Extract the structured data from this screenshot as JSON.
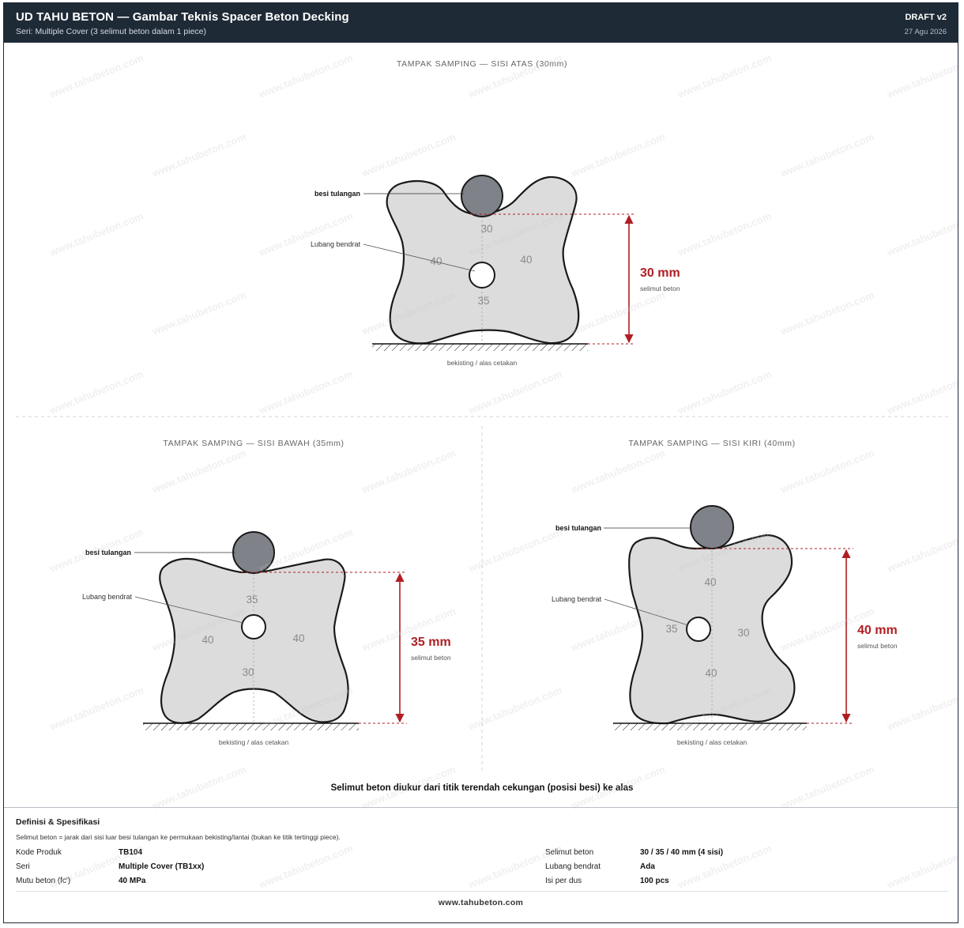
{
  "header": {
    "title": "UD TAHU BETON — Gambar Teknis Spacer Beton Decking",
    "subtitle": "Seri: Multiple Cover (3 selimut beton dalam 1 piece)",
    "draft": "DRAFT v2",
    "date": "27 Agu 2026"
  },
  "views": {
    "top": {
      "title": "TAMPAK SAMPING — SISI ATAS (30mm)",
      "rebar_label": "besi tulangan",
      "hole_label": "Lubang bendrat",
      "side_labels": [
        "30",
        "40",
        "40",
        "35"
      ],
      "dim_value": "30 mm",
      "dim_caption": "selimut beton",
      "ground_label": "bekisting / alas cetakan"
    },
    "bottom": {
      "title": "TAMPAK SAMPING — SISI BAWAH (35mm)",
      "rebar_label": "besi tulangan",
      "hole_label": "Lubang bendrat",
      "side_labels": [
        "35",
        "40",
        "40",
        "30"
      ],
      "dim_value": "35 mm",
      "dim_caption": "selimut beton",
      "ground_label": "bekisting / alas cetakan"
    },
    "left": {
      "title": "TAMPAK SAMPING — SISI KIRI (40mm)",
      "rebar_label": "besi tulangan",
      "hole_label": "Lubang bendrat",
      "side_labels": [
        "40",
        "35",
        "30",
        "40"
      ],
      "dim_value": "40 mm",
      "dim_caption": "selimut beton",
      "ground_label": "bekisting / alas cetakan"
    }
  },
  "note": "Selimut beton diukur dari titik terendah cekungan (posisi besi) ke alas",
  "footer": {
    "title": "Definisi & Spesifikasi",
    "definition": "Selimut beton = jarak dari sisi luar besi tulangan ke permukaan bekisting/lantai (bukan ke titik tertinggi piece).",
    "specs_left": [
      {
        "key": "Kode Produk",
        "value": "TB104"
      },
      {
        "key": "Seri",
        "value": "Multiple Cover (TB1xx)"
      },
      {
        "key": "Mutu beton (fc')",
        "value": "40 MPa"
      }
    ],
    "specs_right": [
      {
        "key": "Selimut beton",
        "value": "30 / 35 / 40 mm (4 sisi)"
      },
      {
        "key": "Lubang bendrat",
        "value": "Ada"
      },
      {
        "key": "Isi per dus",
        "value": "100 pcs"
      }
    ],
    "website": "www.tahubeton.com"
  },
  "watermark": "www.tahubeton.com",
  "colors": {
    "header_bg": "#1f2a37",
    "dimension_red": "#b01e23",
    "concrete_fill": "#dcdcdc",
    "rebar_fill": "#7f8389"
  }
}
